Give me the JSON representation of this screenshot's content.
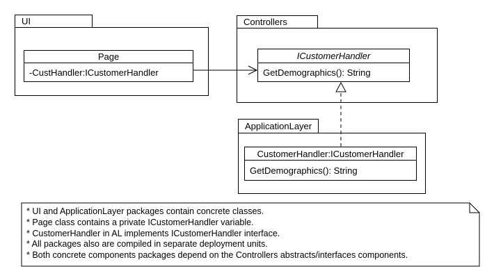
{
  "packages": {
    "ui": {
      "label": "UI",
      "class": {
        "name": "Page",
        "member": "-CustHandler:ICustomerHandler"
      }
    },
    "controllers": {
      "label": "Controllers",
      "class": {
        "name": "ICustomerHandler",
        "stereotype": "interface-italic",
        "member": "GetDemographics(): String"
      }
    },
    "application_layer": {
      "label": "ApplicationLayer",
      "class": {
        "name": "CustomerHandler:ICustomerHandler",
        "member": "GetDemographics(): String"
      }
    }
  },
  "relationships": {
    "dependency": {
      "from": "Page",
      "to": "ICustomerHandler",
      "style": "solid-open-arrow"
    },
    "realization": {
      "from": "CustomerHandler:ICustomerHandler",
      "to": "ICustomerHandler",
      "style": "dashed-hollow-triangle"
    }
  },
  "note": {
    "lines": [
      "* UI and ApplicationLayer packages contain concrete classes.",
      "* Page class contains a private ICustomerHandler variable.",
      "* CustomerHandler in AL implements ICustomerHandler interface.",
      "* All packages also are compiled in separate deployment units.",
      "* Both concrete components packages depend on the Controllers abstracts/interfaces components."
    ]
  },
  "colors": {
    "line": "#000000",
    "background": "#ffffff"
  }
}
